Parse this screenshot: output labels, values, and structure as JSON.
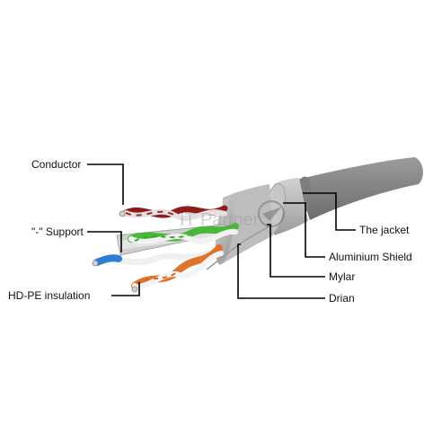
{
  "labels": {
    "conductor": "Conductor",
    "support": "\"-\" Support",
    "insulation": "HD-PE insulation",
    "jacket": "The jacket",
    "shield": "Aluminium Shield",
    "mylar": "Mylar",
    "drain": "Drian"
  },
  "watermark": "IT Partner",
  "colors": {
    "jacket": "#8a8a8a",
    "shield": "#b5b5b5",
    "pair_brown": "#8b1d1d",
    "pair_green": "#49b83a",
    "pair_blue": "#2f7fd1",
    "pair_orange": "#e0732a",
    "conductor_core": "#d9d9d9"
  }
}
